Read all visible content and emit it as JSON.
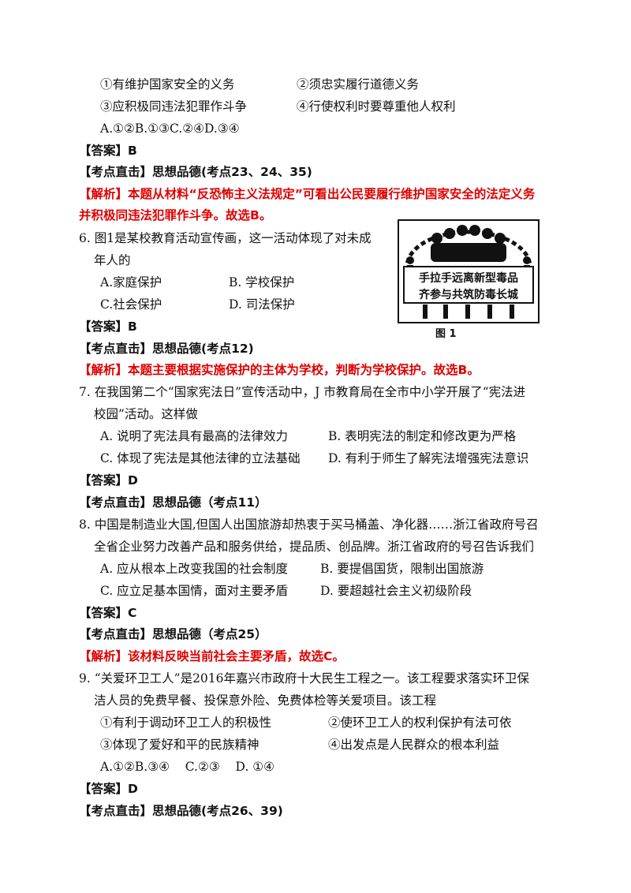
{
  "q5": {
    "opt1": "①有维护国家安全的义务",
    "opt2": "②须忠实履行道德义务",
    "opt3": "③应积极同违法犯罪作斗争",
    "opt4": "④行使权利时要尊重他人权利",
    "choices": "A.①②B.①③C.②④D.③④",
    "answer_label": "【答案】",
    "answer": "B",
    "kaodian_label": "【考点直击】",
    "kaodian": "思想品德(考点23、24、35)",
    "explain_line1": "【解析】本题从材料“反恐怖主义法规定”可看出公民要履行维护国家安全的法定义务",
    "explain_line2": "并积极同违法犯罪作斗争。故选B。"
  },
  "q6": {
    "stem_line1": "6. 图1是某校教育活动宣传画，这一活动体现了对未成",
    "stem_line2": "年人的",
    "optA": "A.家庭保护",
    "optB": "B. 学校保护",
    "optC": "C.社会保护",
    "optD": "D. 司法保护",
    "answer_label": "【答案】",
    "answer": "B",
    "kaodian_label": "【考点直击】",
    "kaodian": "思想品德(考点12)",
    "explain": "【解析】本题主要根据实施保护的主体为学校，判断为学校保护。故选B。",
    "figure_text1": "手拉手远离新型毒品",
    "figure_text2": "齐参与共筑防毒长城",
    "figure_caption": "图 1"
  },
  "q7": {
    "stem_line1": "7. 在我国第二个“国家宪法日”宣传活动中，J 市教育局在全市中小学开展了“宪法进",
    "stem_line2": "校园”活动。这样做",
    "optA": "A. 说明了宪法具有最高的法律效力",
    "optB": "B. 表明宪法的制定和修改更为严格",
    "optC": "C. 体现了宪法是其他法律的立法基础",
    "optD": "D. 有利于师生了解宪法增强宪法意识",
    "answer_label": "【答案】",
    "answer": "D",
    "kaodian_label": "【考点直击】",
    "kaodian": "思想品德（考点11）"
  },
  "q8": {
    "stem_line1": "8. 中国是制造业大国,但国人出国旅游却热衷于买马桶盖、净化器……浙江省政府号召",
    "stem_line2": "全省企业努力改善产品和服务供给，提品质、创品牌。浙江省政府的号召告诉我们",
    "optA": "A. 应从根本上改变我国的社会制度",
    "optB": "B. 要提倡国货，限制出国旅游",
    "optC": "C. 应立足基本国情，面对主要矛盾",
    "optD": "D. 要超越社会主义初级阶段",
    "answer_label": "【答案】",
    "answer": "C",
    "kaodian_label": "【考点直击】",
    "kaodian": "思想品德（考点25）",
    "explain": "【解析】该材料反映当前社会主要矛盾，故选C。"
  },
  "q9": {
    "stem_line1": "9. “关爱环卫工人”是2016年嘉兴市政府十大民生工程之一。该工程要求落实环卫保",
    "stem_line2": "洁人员的免费早餐、投保意外险、免费体检等关爱项目。该工程",
    "opt1": "①有利于调动环卫工人的积极性",
    "opt2": "②使环卫工人的权利保护有法可依",
    "opt3": "③体现了爱好和平的民族精神",
    "opt4": "④出发点是人民群众的根本利益",
    "choices": "A.①②B.③④    C.②③    D. ①④",
    "answer_label": "【答案】",
    "answer": "D",
    "kaodian_label": "【考点直击】",
    "kaodian": "思想品德(考点26、39)"
  }
}
